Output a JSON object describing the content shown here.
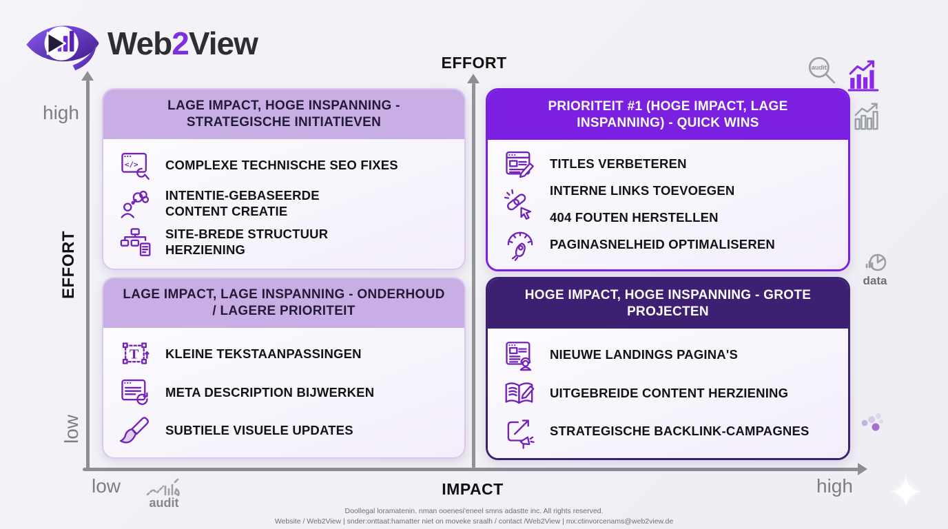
{
  "brand": {
    "pre": "Web",
    "num": "2",
    "post": "View"
  },
  "axis": {
    "top_label": "EFFORT",
    "left_label": "EFFORT",
    "bottom_label": "IMPACT",
    "left_high": "high",
    "left_low": "low",
    "bottom_low": "low",
    "bottom_high": "high"
  },
  "quadrants": [
    {
      "position": "top-left",
      "title": "LAGE IMPACT, HOGE INSPANNING - STRATEGISCHE INITIATIEVEN",
      "items": [
        {
          "icon": "code-window-wrench-icon",
          "label": "COMPLEXE TECHNISCHE SEO FIXES"
        },
        {
          "icon": "person-thought-bubble-icon",
          "label": "INTENTIE-GEBASEERDE CONTENT CREATIE"
        },
        {
          "icon": "sitemap-structure-icon",
          "label": "SITE-BREDE STRUCTUUR HERZIENING"
        }
      ]
    },
    {
      "position": "top-right",
      "title": "PRIORITEIT #1 (HOGE IMPACT, LAGE INSPANNING) - QUICK WINS",
      "items": [
        {
          "icon": "page-edit-icon",
          "label": "TITLES VERBETEREN"
        },
        {
          "icon": "link-cursor-icon",
          "label": "INTERNE LINKS TOEVOEGEN"
        },
        {
          "icon": "link-cursor-icon",
          "label": "404 FOUTEN HERSTELLEN"
        },
        {
          "icon": "speedometer-rocket-icon",
          "label": "PAGINASNELHEID OPTIMALISEREN"
        }
      ]
    },
    {
      "position": "bottom-left",
      "title": "LAGE IMPACT, LAGE INSPANNING - ONDERHOUD / LAGERE PRIORITEIT",
      "items": [
        {
          "icon": "text-selection-icon",
          "label": "KLEINE TEKSTAANPASSINGEN"
        },
        {
          "icon": "page-refresh-icon",
          "label": "META DESCRIPTION BIJWERKEN"
        },
        {
          "icon": "paintbrush-icon",
          "label": "SUBTIELE VISUELE UPDATES"
        }
      ]
    },
    {
      "position": "bottom-right",
      "title": "HOGE IMPACT, HOGE INSPANNING - GROTE PROJECTEN",
      "items": [
        {
          "icon": "page-construction-icon",
          "label": "NIEUWE LANDINGS PAGINA'S"
        },
        {
          "icon": "open-book-edit-icon",
          "label": "UITGEBREIDE CONTENT HERZIENING"
        },
        {
          "icon": "share-megaphone-icon",
          "label": "STRATEGISCHE BACKLINK-CAMPAGNES"
        }
      ]
    }
  ],
  "decorations": {
    "magnifier_label": "audit",
    "data_label": "data",
    "audit_label": "audit"
  },
  "footer": {
    "line1": "Doollegal loramatenin. nman ooenesi'eneel smns adastte inc. All rights reserved.",
    "line2": "Website / Web2View | snder:onttaat:hamatter niet on moveke sraalh / contact /Web2View | mx:ctinvorcenams@web2view.de"
  },
  "colors": {
    "accent_purple": "#7b1fe0",
    "dark_purple": "#3d2071",
    "light_lavender": "#c9aee6",
    "icon_purple": "#7223b6",
    "axis_gray": "#8d8d92"
  }
}
